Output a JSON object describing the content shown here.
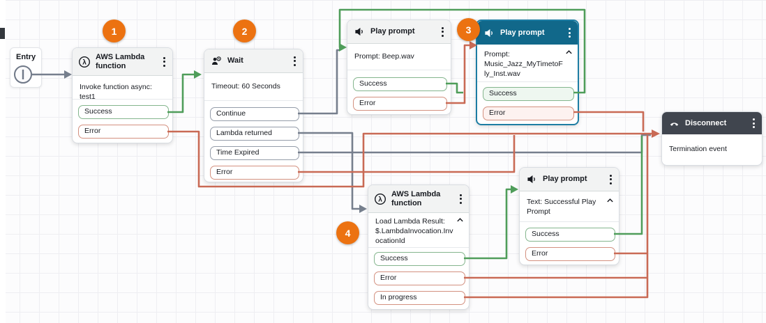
{
  "colors": {
    "success": "#4f9d5a",
    "error": "#c96a55",
    "neutral": "#767f8d",
    "port_success": "#84b58d",
    "port_error": "#d3907f",
    "selected_header": "#11688a",
    "selected_border": "#1d7da3",
    "disconnect_header": "#40454e",
    "node_header_bg": "#f2f3f3",
    "badge": "#ec7211"
  },
  "entry": {
    "label": "Entry"
  },
  "badges": {
    "b1": "1",
    "b2": "2",
    "b3": "3",
    "b4": "4"
  },
  "nodes": {
    "lambda1": {
      "title": "AWS Lambda function",
      "body": "Invoke function async: test1",
      "ports": [
        {
          "label": "Success"
        },
        {
          "label": "Error"
        }
      ]
    },
    "wait": {
      "title": "Wait",
      "body": "Timeout: 60 Seconds",
      "ports": [
        {
          "label": "Continue"
        },
        {
          "label": "Lambda returned"
        },
        {
          "label": "Time Expired"
        },
        {
          "label": "Error"
        }
      ]
    },
    "beep": {
      "title": "Play prompt",
      "body": "Prompt: Beep.wav",
      "ports": [
        {
          "label": "Success"
        },
        {
          "label": "Error"
        }
      ]
    },
    "music": {
      "title": "Play prompt",
      "body": "Prompt: Music_Jazz_MyTimetoFly_Inst.wav",
      "ports": [
        {
          "label": "Success"
        },
        {
          "label": "Error"
        }
      ]
    },
    "disconnect": {
      "title": "Disconnect",
      "body": "Termination event"
    },
    "lambda2": {
      "title": "AWS Lambda function",
      "body": "Load Lambda Result: $.LambdaInvocation.InvocationId",
      "ports": [
        {
          "label": "Success"
        },
        {
          "label": "Error"
        },
        {
          "label": "In progress"
        }
      ]
    },
    "success_prompt": {
      "title": "Play prompt",
      "body": "Text: Successful Play Prompt",
      "ports": [
        {
          "label": "Success"
        },
        {
          "label": "Error"
        }
      ]
    }
  }
}
